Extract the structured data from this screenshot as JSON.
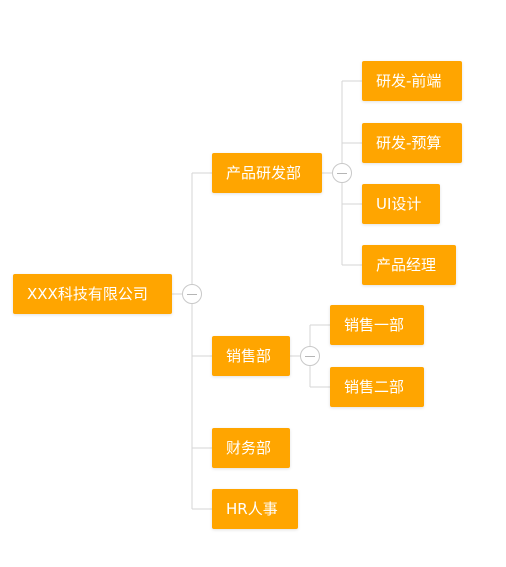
{
  "org": {
    "root": "XXX科技有限公司",
    "dept_product": "产品研发部",
    "team_frontend": "研发-前端",
    "team_budget": "研发-预算",
    "team_ui": "UI设计",
    "team_pm": "产品经理",
    "dept_sales": "销售部",
    "team_sales_1": "销售一部",
    "team_sales_2": "销售二部",
    "dept_finance": "财务部",
    "dept_hr": "HR人事"
  },
  "colors": {
    "node_fill": "#FFA500",
    "node_text": "#ffffff",
    "connector": "#d6d6d6",
    "toggle_border": "#c9c9c9"
  },
  "icons": {
    "collapse_toggle": "collapse-icon"
  }
}
